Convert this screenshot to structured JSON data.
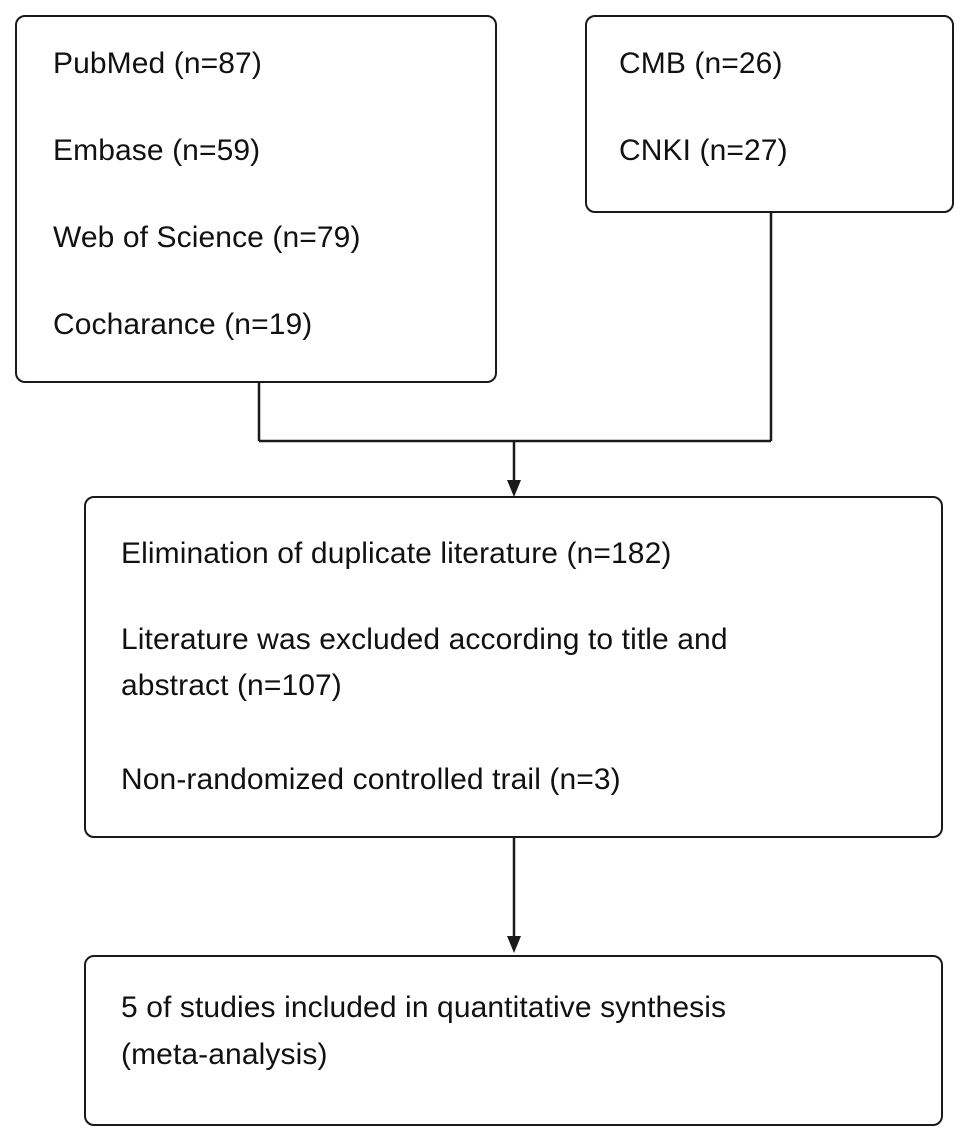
{
  "source_boxes": {
    "english": [
      "PubMed (n=87)",
      "Embase (n=59)",
      "Web of Science (n=79)",
      "Cocharance (n=19)"
    ],
    "chinese": [
      "CMB (n=26)",
      "CNKI (n=27)"
    ]
  },
  "exclusion_box": {
    "duplicates": "Elimination of duplicate literature (n=182)",
    "title_abstract_line1": "Literature was excluded according to title and",
    "title_abstract_line2": "abstract (n=107)",
    "non_rct": "Non-randomized controlled trail (n=3)"
  },
  "included_box": {
    "line1": "5 of studies included in quantitative synthesis",
    "line2": "(meta-analysis)"
  }
}
